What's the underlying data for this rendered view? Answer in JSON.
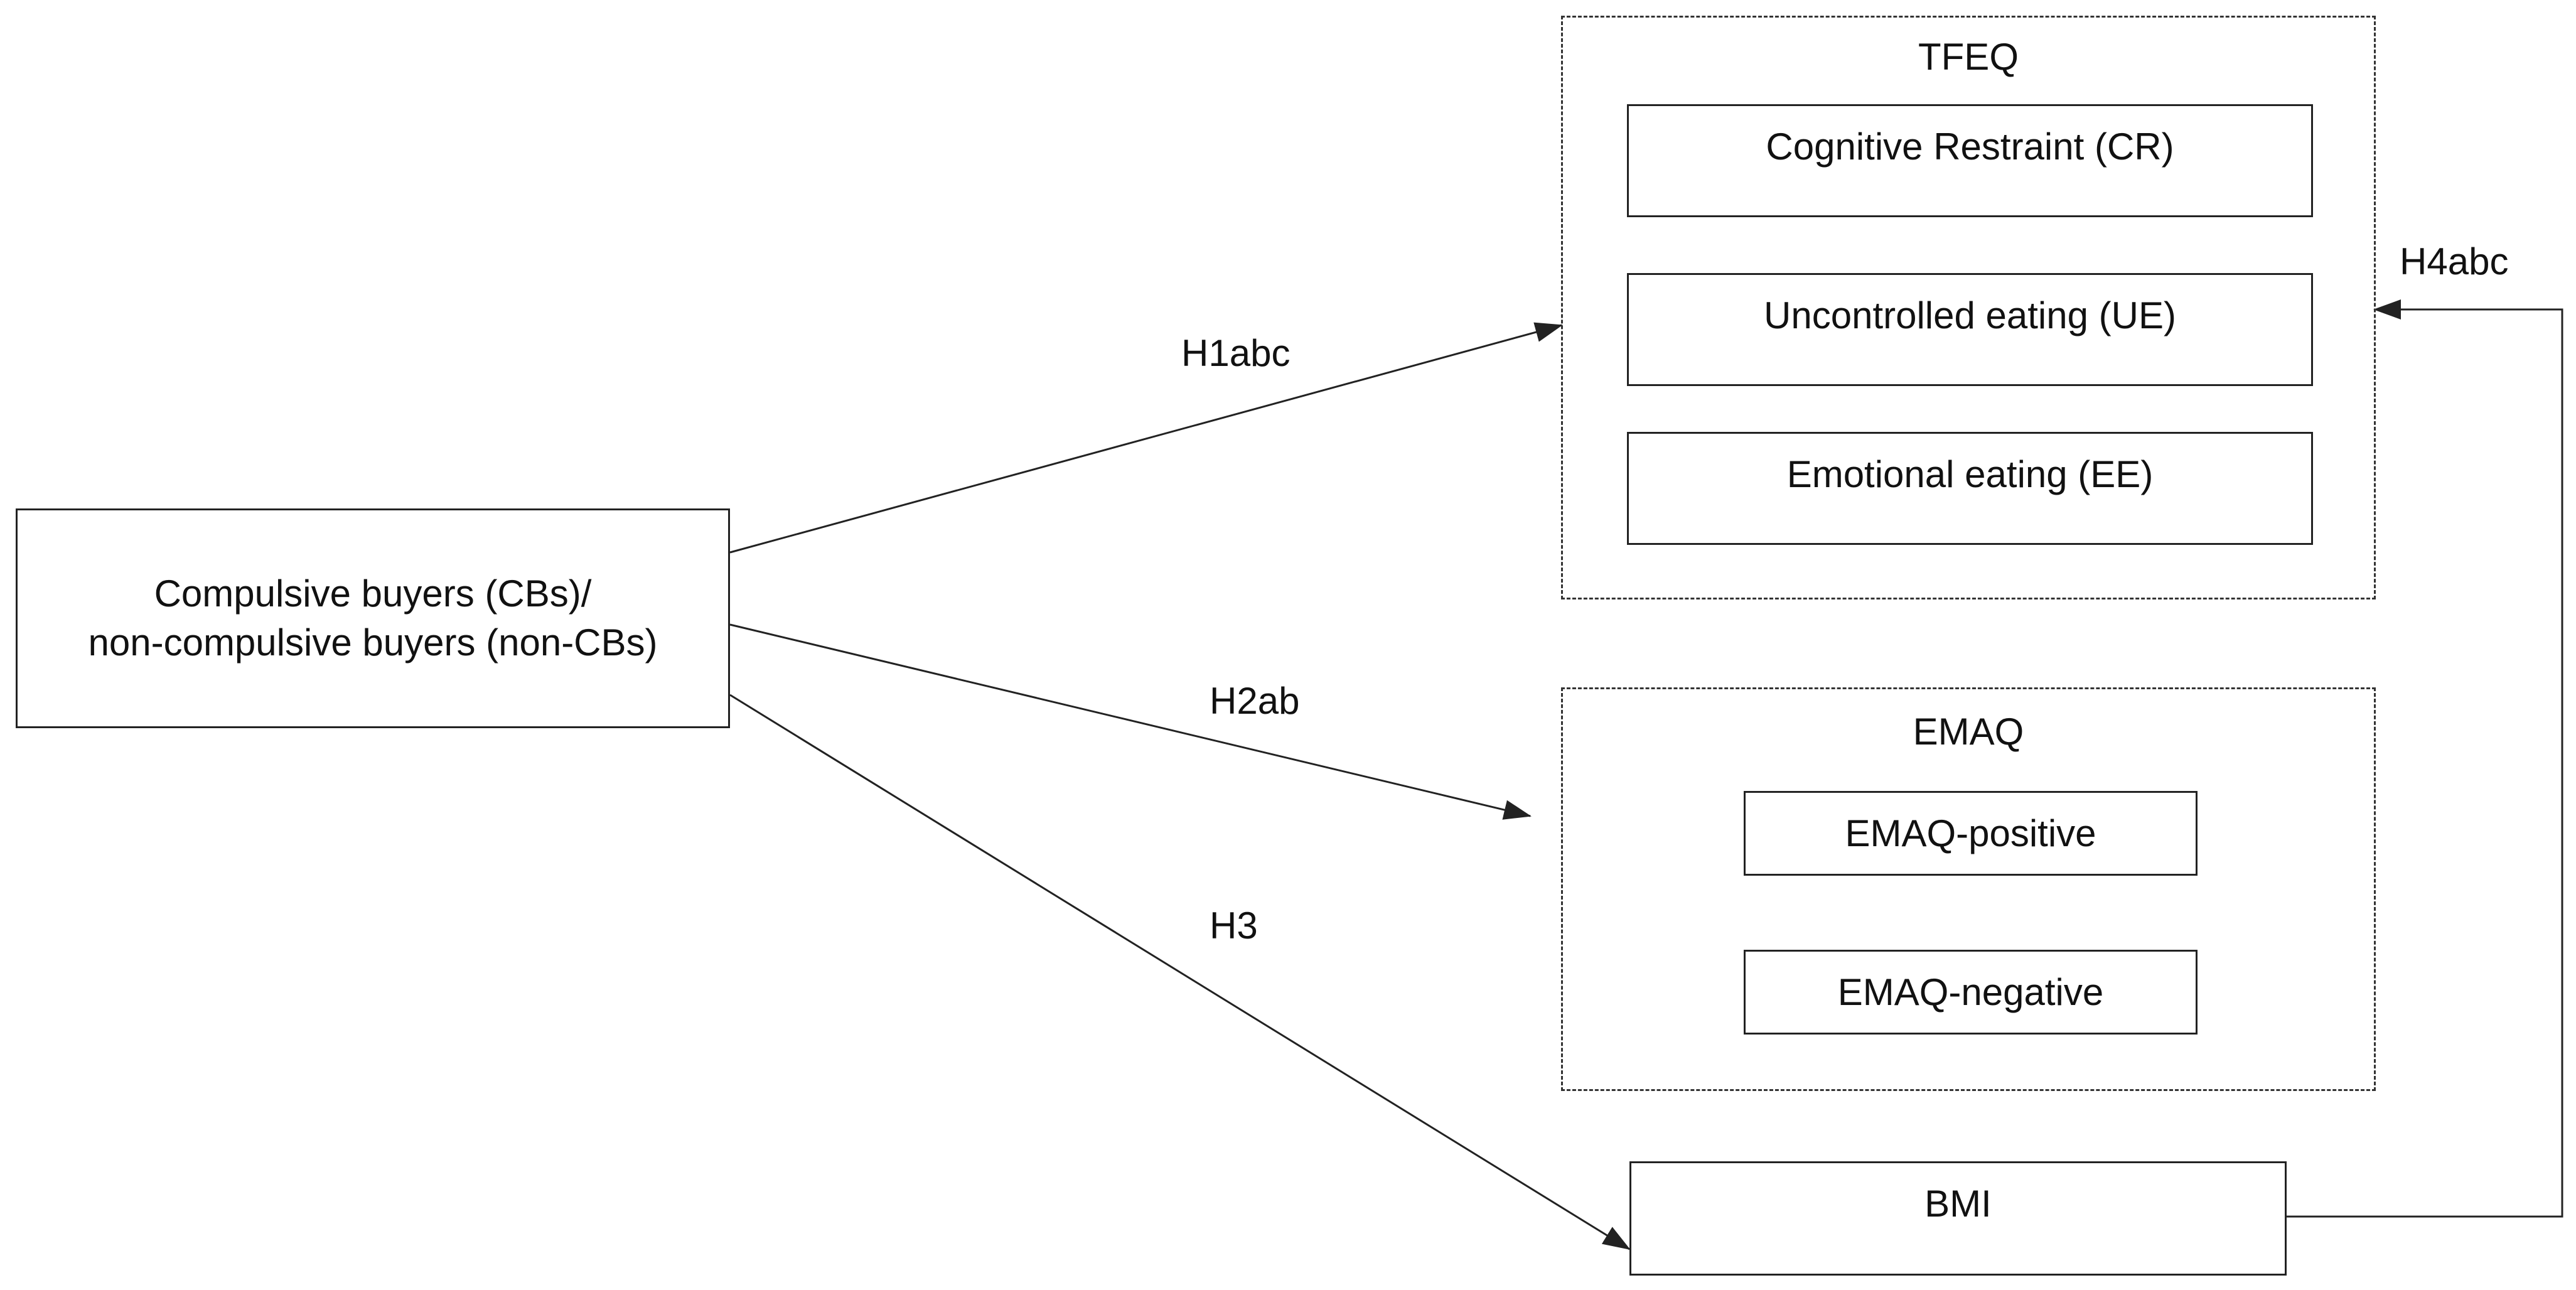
{
  "source_node": {
    "label": "Compulsive buyers (CBs)/\nnon-compulsive buyers (non-CBs)"
  },
  "tfeq": {
    "title": "TFEQ",
    "items": [
      {
        "label": "Cognitive Restraint (CR)"
      },
      {
        "label": "Uncontrolled eating (UE)"
      },
      {
        "label": "Emotional eating (EE)"
      }
    ]
  },
  "emaq": {
    "title": "EMAQ",
    "items": [
      {
        "label": "EMAQ-positive"
      },
      {
        "label": "EMAQ-negative"
      }
    ]
  },
  "bmi": {
    "label": "BMI"
  },
  "edges": {
    "h1": "H1abc",
    "h2": "H2ab",
    "h3": "H3",
    "h4": "H4abc"
  },
  "colors": {
    "line": "#222222",
    "background": "#ffffff"
  }
}
